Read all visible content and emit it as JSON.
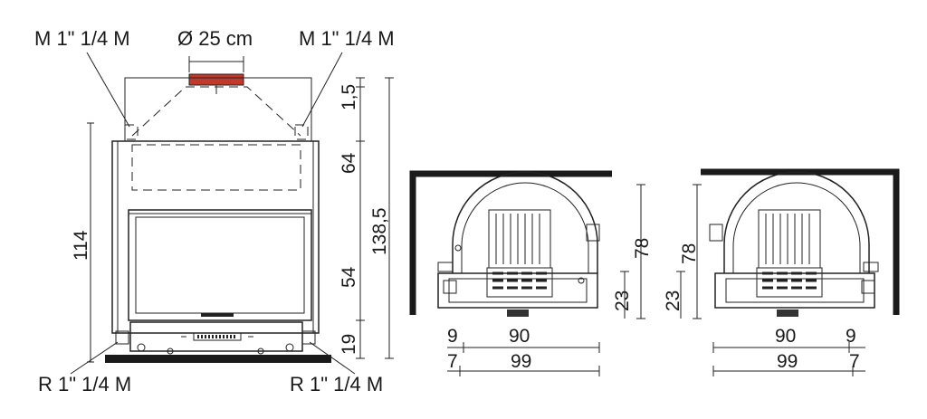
{
  "labels": {
    "top_left": "M 1\" 1/4 M",
    "top_right": "M 1\" 1/4 M",
    "flue_diameter": "Ø 25 cm",
    "bottom_left": "R 1\" 1/4 M",
    "bottom_right": "R 1\" 1/4 M"
  },
  "front_view": {
    "height_114": "114",
    "dim_1_5": "1,5",
    "dim_64": "64",
    "dim_54": "54",
    "dim_19": "19",
    "total_138_5": "138,5"
  },
  "plan_left": {
    "depth": "78",
    "offset_23": "23",
    "left_9": "9",
    "width_90": "90",
    "left_7": "7",
    "width_99": "99"
  },
  "plan_right": {
    "depth": "78",
    "offset_23": "23",
    "width_90": "90",
    "right_9": "9",
    "width_99": "99",
    "right_7": "7"
  },
  "colors": {
    "line": "#222222",
    "flue_collar": "#c0392b",
    "wall": "#1a1a1a",
    "base": "#1a1a1a"
  }
}
